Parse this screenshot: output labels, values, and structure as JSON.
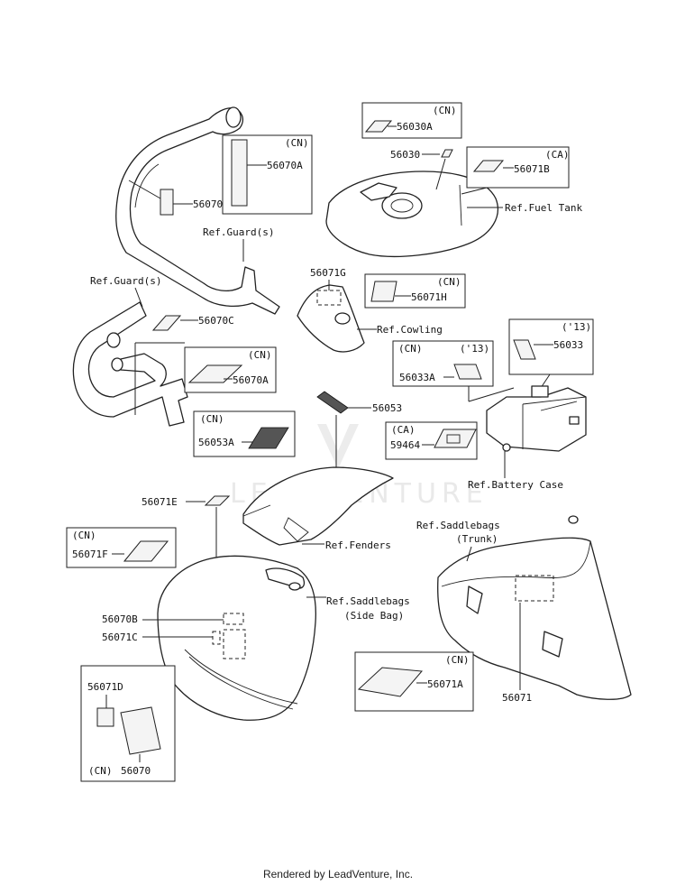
{
  "watermark": "LEADVENTURE",
  "footer": "Rendered by LeadVenture, Inc.",
  "parts": {
    "p56030A": "56030A",
    "p56030": "56030",
    "p56071B": "56071B",
    "p56070A_top": "56070A",
    "p56070C_top": "56070C",
    "p56071G": "56071G",
    "p56071H": "56071H",
    "p56070C_mid": "56070C",
    "p56070A_mid": "56070A",
    "p56053": "56053",
    "p56053A": "56053A",
    "p56033A": "56033A",
    "p56033": "56033",
    "p59464": "59464",
    "p56071E": "56071E",
    "p56071F": "56071F",
    "p56070B": "56070B",
    "p56071C": "56071C",
    "p56071D": "56071D",
    "p56070": "56070",
    "p56071A": "56071A",
    "p56071": "56071"
  },
  "tags": {
    "cn": "(CN)",
    "ca": "(CA)",
    "y13": "('13)"
  },
  "refs": {
    "fuel_tank": "Ref.Fuel Tank",
    "guard_top": "Ref.Guard(s)",
    "guard_left": "Ref.Guard(s)",
    "cowling": "Ref.Cowling",
    "battery_case": "Ref.Battery Case",
    "saddlebags_trunk_1": "Ref.Saddlebags",
    "saddlebags_trunk_2": "(Trunk)",
    "fenders": "Ref.Fenders",
    "saddlebags_side_1": "Ref.Saddlebags",
    "saddlebags_side_2": "(Side Bag)"
  }
}
